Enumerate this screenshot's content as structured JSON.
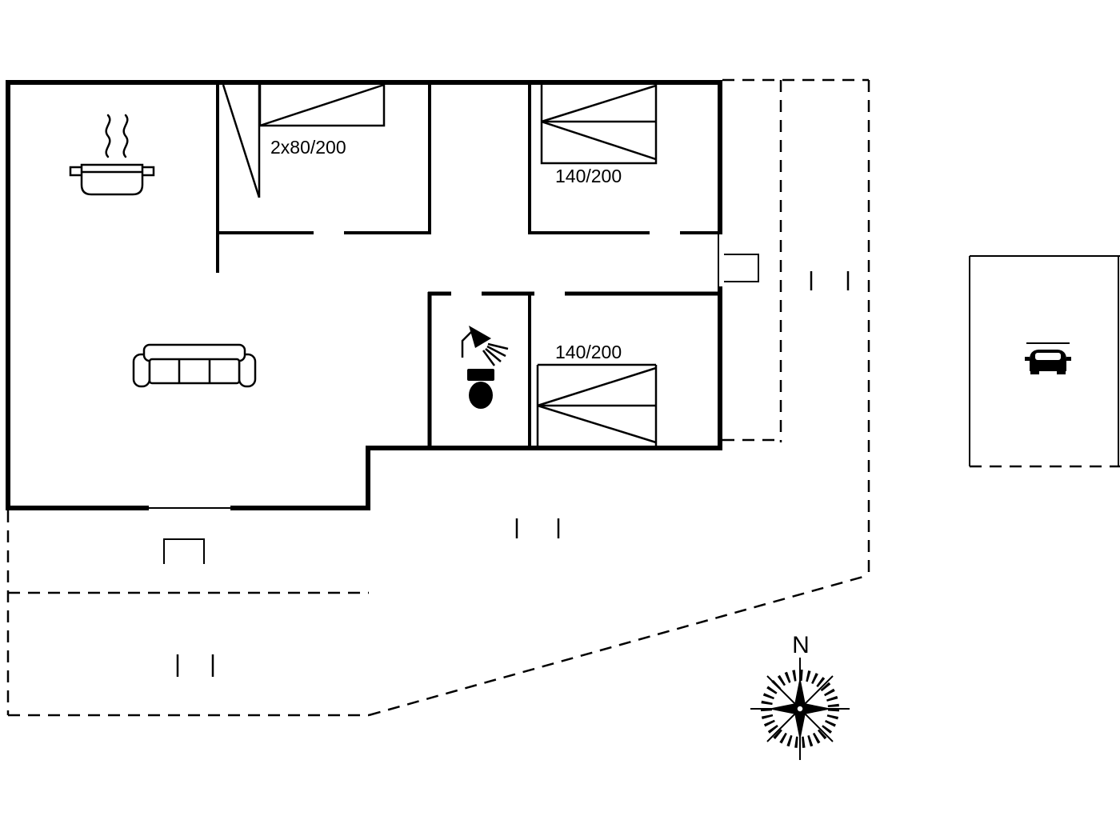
{
  "page": {
    "background": "#ffffff",
    "ink": "#000000"
  },
  "floor_plan": {
    "labels": {
      "bed_double": "2x80/200",
      "bed_top_right": "140/200",
      "bed_middle": "140/200"
    },
    "compass": {
      "north": "N"
    },
    "icons": {
      "kitchen": "cooking-pot-with-steam-icon",
      "bedroom_1": "double-bed-icon",
      "bedroom_2": "bed-icon",
      "bedroom_3": "bed-icon",
      "living_room": "sofa-icon",
      "bathroom": [
        "shower-icon",
        "toilet-icon"
      ],
      "orientation": "compass-rose-icon",
      "carport": "car-icon"
    }
  }
}
